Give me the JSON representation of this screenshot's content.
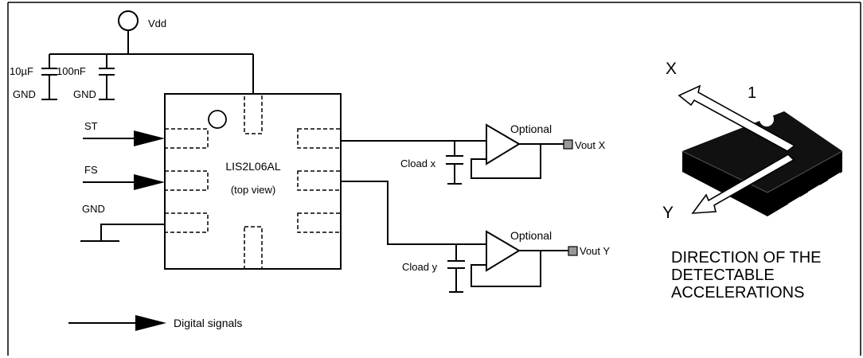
{
  "power": {
    "vdd": "Vdd"
  },
  "capacitors": {
    "c1": "10µF",
    "c2": "100nF",
    "gnd1": "GND",
    "gnd2": "GND"
  },
  "chip": {
    "name": "LIS2L06AL",
    "view": "(top view)"
  },
  "inputs": {
    "st": "ST",
    "fs": "FS",
    "gnd": "GND"
  },
  "outputs": {
    "x": {
      "optional": "Optional",
      "vout": "Vout X",
      "cload": "Cload x"
    },
    "y": {
      "optional": "Optional",
      "vout": "Vout Y",
      "cload": "Cload y"
    }
  },
  "legend": {
    "digital": "Digital signals"
  },
  "axes": {
    "x": "X",
    "y": "Y",
    "pin1": "1",
    "caption": [
      "DIRECTION OF THE",
      "DETECTABLE",
      "ACCELERATIONS"
    ]
  }
}
